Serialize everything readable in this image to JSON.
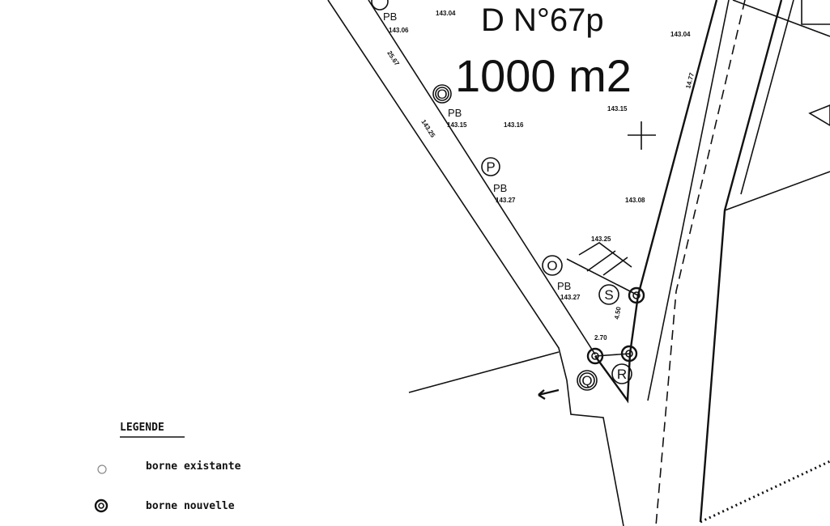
{
  "parcel": {
    "id": "D N°67p",
    "area": "1000 m2"
  },
  "points": {
    "o1": "O",
    "p": "P",
    "o2": "O",
    "s": "S",
    "r": "R",
    "q": "Q"
  },
  "pb_label": "PB",
  "elevations": [
    "143.04",
    "143.06",
    "143.15",
    "143.16",
    "143.15",
    "143.27",
    "143.08",
    "143.25",
    "143.27",
    "143.04",
    "143.25"
  ],
  "distances": {
    "edge": "25.67",
    "short": "2.70",
    "side": "4.50",
    "right": "14.77"
  },
  "legend": {
    "title": "LEGENDE",
    "items": [
      {
        "symbol": "circle-icon",
        "label": "borne existante"
      },
      {
        "symbol": "double-circle-icon",
        "label": "borne nouvelle"
      }
    ]
  }
}
